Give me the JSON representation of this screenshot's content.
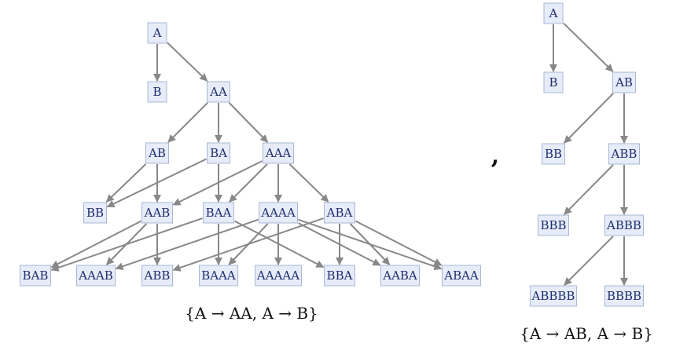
{
  "separator": ",",
  "graphs": [
    {
      "caption": "{A → AA, A → B}",
      "nodes": [
        {
          "id": "A",
          "label": "A"
        },
        {
          "id": "B",
          "label": "B"
        },
        {
          "id": "AA",
          "label": "AA"
        },
        {
          "id": "AB",
          "label": "AB"
        },
        {
          "id": "BA",
          "label": "BA"
        },
        {
          "id": "AAA",
          "label": "AAA"
        },
        {
          "id": "BB",
          "label": "BB"
        },
        {
          "id": "AAB",
          "label": "AAB"
        },
        {
          "id": "BAA",
          "label": "BAA"
        },
        {
          "id": "AAAA",
          "label": "AAAA"
        },
        {
          "id": "ABA",
          "label": "ABA"
        },
        {
          "id": "BAB",
          "label": "BAB"
        },
        {
          "id": "AAAB",
          "label": "AAAB"
        },
        {
          "id": "ABB",
          "label": "ABB"
        },
        {
          "id": "BAAA",
          "label": "BAAA"
        },
        {
          "id": "AAAAA",
          "label": "AAAAA"
        },
        {
          "id": "BBA",
          "label": "BBA"
        },
        {
          "id": "AABA",
          "label": "AABA"
        },
        {
          "id": "ABAA",
          "label": "ABAA"
        }
      ],
      "edges": [
        [
          "A",
          "B"
        ],
        [
          "A",
          "AA"
        ],
        [
          "AA",
          "AB"
        ],
        [
          "AA",
          "BA"
        ],
        [
          "AA",
          "AAA"
        ],
        [
          "AB",
          "BB"
        ],
        [
          "AB",
          "AAB"
        ],
        [
          "BA",
          "BB"
        ],
        [
          "BA",
          "BAA"
        ],
        [
          "AAA",
          "AAB"
        ],
        [
          "AAA",
          "BAA"
        ],
        [
          "AAA",
          "AAAA"
        ],
        [
          "AAA",
          "ABA"
        ],
        [
          "AAB",
          "BAB"
        ],
        [
          "AAB",
          "AAAB"
        ],
        [
          "AAB",
          "ABB"
        ],
        [
          "BAA",
          "BAB"
        ],
        [
          "BAA",
          "BAAA"
        ],
        [
          "BAA",
          "BBA"
        ],
        [
          "AAAA",
          "AAAB"
        ],
        [
          "AAAA",
          "BAAA"
        ],
        [
          "AAAA",
          "AAAAA"
        ],
        [
          "AAAA",
          "AABA"
        ],
        [
          "AAAA",
          "ABAA"
        ],
        [
          "ABA",
          "ABB"
        ],
        [
          "ABA",
          "BBA"
        ],
        [
          "ABA",
          "AABA"
        ],
        [
          "ABA",
          "ABAA"
        ]
      ]
    },
    {
      "caption": "{A → AB, A → B}",
      "nodes": [
        {
          "id": "A",
          "label": "A"
        },
        {
          "id": "B",
          "label": "B"
        },
        {
          "id": "AB",
          "label": "AB"
        },
        {
          "id": "BB",
          "label": "BB"
        },
        {
          "id": "ABB",
          "label": "ABB"
        },
        {
          "id": "BBB",
          "label": "BBB"
        },
        {
          "id": "ABBB",
          "label": "ABBB"
        },
        {
          "id": "ABBBB",
          "label": "ABBBB"
        },
        {
          "id": "BBBB",
          "label": "BBBB"
        }
      ],
      "edges": [
        [
          "A",
          "B"
        ],
        [
          "A",
          "AB"
        ],
        [
          "AB",
          "BB"
        ],
        [
          "AB",
          "ABB"
        ],
        [
          "ABB",
          "BBB"
        ],
        [
          "ABB",
          "ABBB"
        ],
        [
          "ABBB",
          "ABBBB"
        ],
        [
          "ABBB",
          "BBBB"
        ]
      ]
    }
  ]
}
